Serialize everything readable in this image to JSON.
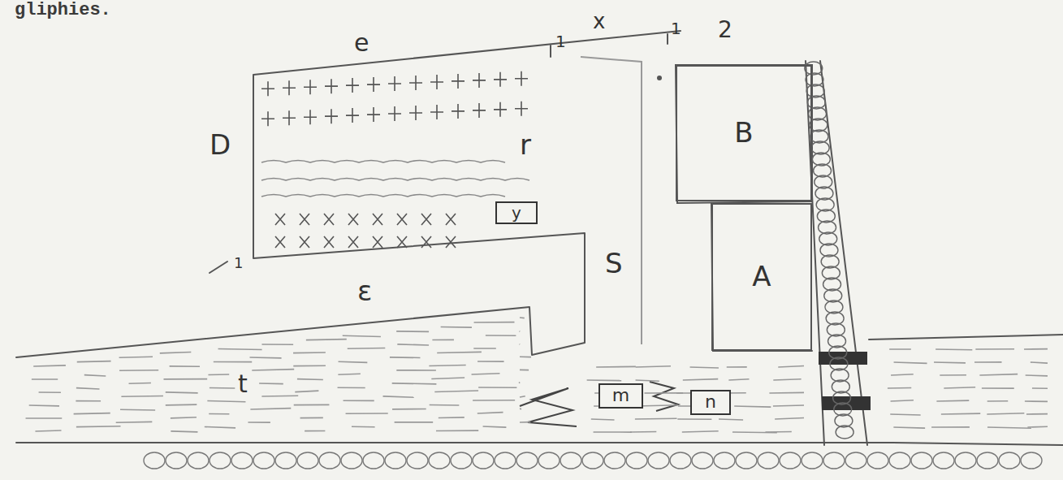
{
  "diagram": {
    "nodes": [
      {
        "text": [
          "r",
          "ε"
        ]
      },
      {
        "text": [
          "y"
        ],
        "in": 0
      },
      {
        "text": [
          "B"
        ]
      },
      {
        "text": [
          "A"
        ]
      },
      {
        "text": [
          "m"
        ]
      },
      {
        "text": [
          "n"
        ]
      }
    ],
    "labels": [
      "gliphies.",
      "e",
      "x",
      "1",
      "1",
      "2",
      "D",
      "S",
      "t",
      "1"
    ]
  }
}
